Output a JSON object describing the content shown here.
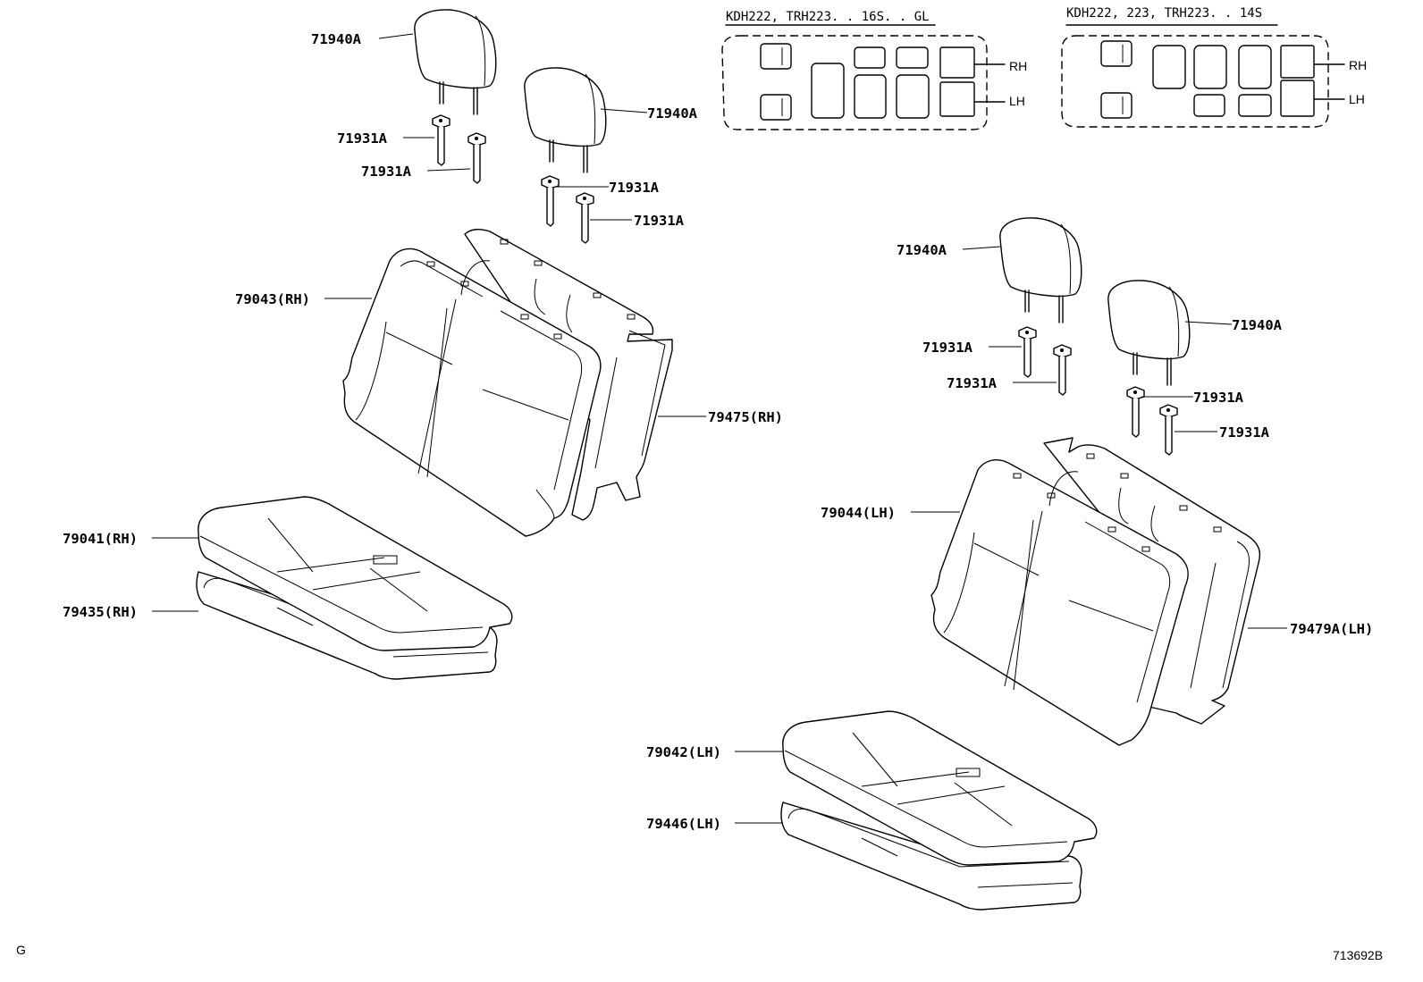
{
  "variants": {
    "left_header": "KDH222, TRH223. . 16S. . GL",
    "right_header": "KDH222, 223, TRH223. . 14S",
    "rh": "RH",
    "lh": "LH"
  },
  "labels": {
    "hr_1": "71940A",
    "hr_2": "71940A",
    "hr_3": "71940A",
    "hr_4": "71940A",
    "sup_1": "71931A",
    "sup_2": "71931A",
    "sup_3": "71931A",
    "sup_4": "71931A",
    "sup_5": "71931A",
    "sup_6": "71931A",
    "sup_7": "71931A",
    "sup_8": "71931A",
    "back_rh": "79043(RH)",
    "back_cover_rh": "79475(RH)",
    "cush_cover_rh": "79041(RH)",
    "cush_pad_rh": "79435(RH)",
    "back_lh": "79044(LH)",
    "back_cover_lh": "79479A(LH)",
    "cush_cover_lh": "79042(LH)",
    "cush_pad_lh": "79446(LH)"
  },
  "footer": {
    "left_code": "G",
    "diagram_code": "713692B"
  }
}
